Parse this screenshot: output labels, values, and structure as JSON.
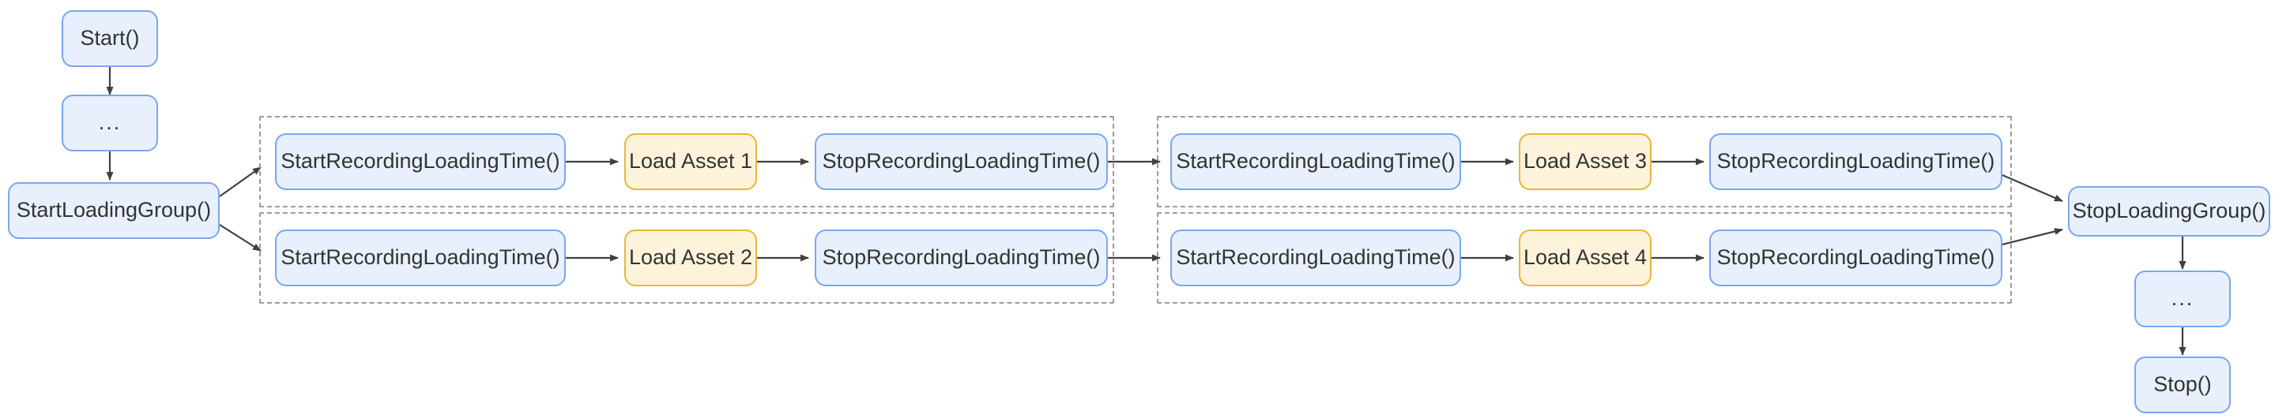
{
  "diagram": {
    "title": "Loading group timing flowchart",
    "colors": {
      "node_blue_fill": "#e8f0fe",
      "node_blue_stroke": "#7aa6f0",
      "node_yellow_fill": "#fdf3da",
      "node_yellow_stroke": "#e8b63a",
      "cluster_stroke": "#9c9c9c",
      "edge_stroke": "#333333",
      "text": "#333333",
      "background": "#ffffff"
    }
  },
  "nodes": {
    "start": {
      "label": "Start()",
      "shape": "rounded",
      "style": "blue"
    },
    "ellipsis_top": {
      "label": "...",
      "shape": "rounded",
      "style": "blue"
    },
    "start_loading_group": {
      "label": "StartLoadingGroup()",
      "shape": "rounded",
      "style": "blue"
    },
    "stop_loading_group": {
      "label": "StopLoadingGroup()",
      "shape": "rounded",
      "style": "blue"
    },
    "ellipsis_bottom": {
      "label": "...",
      "shape": "rounded",
      "style": "blue"
    },
    "stop": {
      "label": "Stop()",
      "shape": "rounded",
      "style": "blue"
    },
    "g1r1_start_rec": {
      "label": "StartRecordingLoadingTime()",
      "shape": "rounded",
      "style": "blue"
    },
    "g1r1_asset": {
      "label": "Load Asset 1",
      "shape": "rounded",
      "style": "yellow"
    },
    "g1r1_stop_rec": {
      "label": "StopRecordingLoadingTime()",
      "shape": "rounded",
      "style": "blue"
    },
    "g1r2_start_rec": {
      "label": "StartRecordingLoadingTime()",
      "shape": "rounded",
      "style": "blue"
    },
    "g1r2_asset": {
      "label": "Load Asset 2",
      "shape": "rounded",
      "style": "yellow"
    },
    "g1r2_stop_rec": {
      "label": "StopRecordingLoadingTime()",
      "shape": "rounded",
      "style": "blue"
    },
    "g2r1_start_rec": {
      "label": "StartRecordingLoadingTime()",
      "shape": "rounded",
      "style": "blue"
    },
    "g2r1_asset": {
      "label": "Load Asset 3",
      "shape": "rounded",
      "style": "yellow"
    },
    "g2r1_stop_rec": {
      "label": "StopRecordingLoadingTime()",
      "shape": "rounded",
      "style": "blue"
    },
    "g2r2_start_rec": {
      "label": "StartRecordingLoadingTime()",
      "shape": "rounded",
      "style": "blue"
    },
    "g2r2_asset": {
      "label": "Load Asset 4",
      "shape": "rounded",
      "style": "yellow"
    },
    "g2r2_stop_rec": {
      "label": "StopRecordingLoadingTime()",
      "shape": "rounded",
      "style": "blue"
    }
  },
  "clusters": [
    {
      "id": "cluster-1-row-1",
      "label": ""
    },
    {
      "id": "cluster-1-row-2",
      "label": ""
    },
    {
      "id": "cluster-2-row-1",
      "label": ""
    },
    {
      "id": "cluster-2-row-2",
      "label": ""
    }
  ],
  "edges": [
    {
      "from": "start",
      "to": "ellipsis_top",
      "label": ""
    },
    {
      "from": "ellipsis_top",
      "to": "start_loading_group",
      "label": ""
    },
    {
      "from": "start_loading_group",
      "to": "g1r1_start_rec",
      "label": ""
    },
    {
      "from": "start_loading_group",
      "to": "g1r2_start_rec",
      "label": ""
    },
    {
      "from": "g1r1_start_rec",
      "to": "g1r1_asset",
      "label": ""
    },
    {
      "from": "g1r1_asset",
      "to": "g1r1_stop_rec",
      "label": ""
    },
    {
      "from": "g1r1_stop_rec",
      "to": "g2r1_start_rec",
      "label": ""
    },
    {
      "from": "g2r1_start_rec",
      "to": "g2r1_asset",
      "label": ""
    },
    {
      "from": "g2r1_asset",
      "to": "g2r1_stop_rec",
      "label": ""
    },
    {
      "from": "g2r1_stop_rec",
      "to": "stop_loading_group",
      "label": ""
    },
    {
      "from": "g1r2_start_rec",
      "to": "g1r2_asset",
      "label": ""
    },
    {
      "from": "g1r2_asset",
      "to": "g1r2_stop_rec",
      "label": ""
    },
    {
      "from": "g1r2_stop_rec",
      "to": "g2r2_start_rec",
      "label": ""
    },
    {
      "from": "g2r2_start_rec",
      "to": "g2r2_asset",
      "label": ""
    },
    {
      "from": "g2r2_asset",
      "to": "g2r2_stop_rec",
      "label": ""
    },
    {
      "from": "g2r2_stop_rec",
      "to": "stop_loading_group",
      "label": ""
    },
    {
      "from": "stop_loading_group",
      "to": "ellipsis_bottom",
      "label": ""
    },
    {
      "from": "ellipsis_bottom",
      "to": "stop",
      "label": ""
    }
  ]
}
